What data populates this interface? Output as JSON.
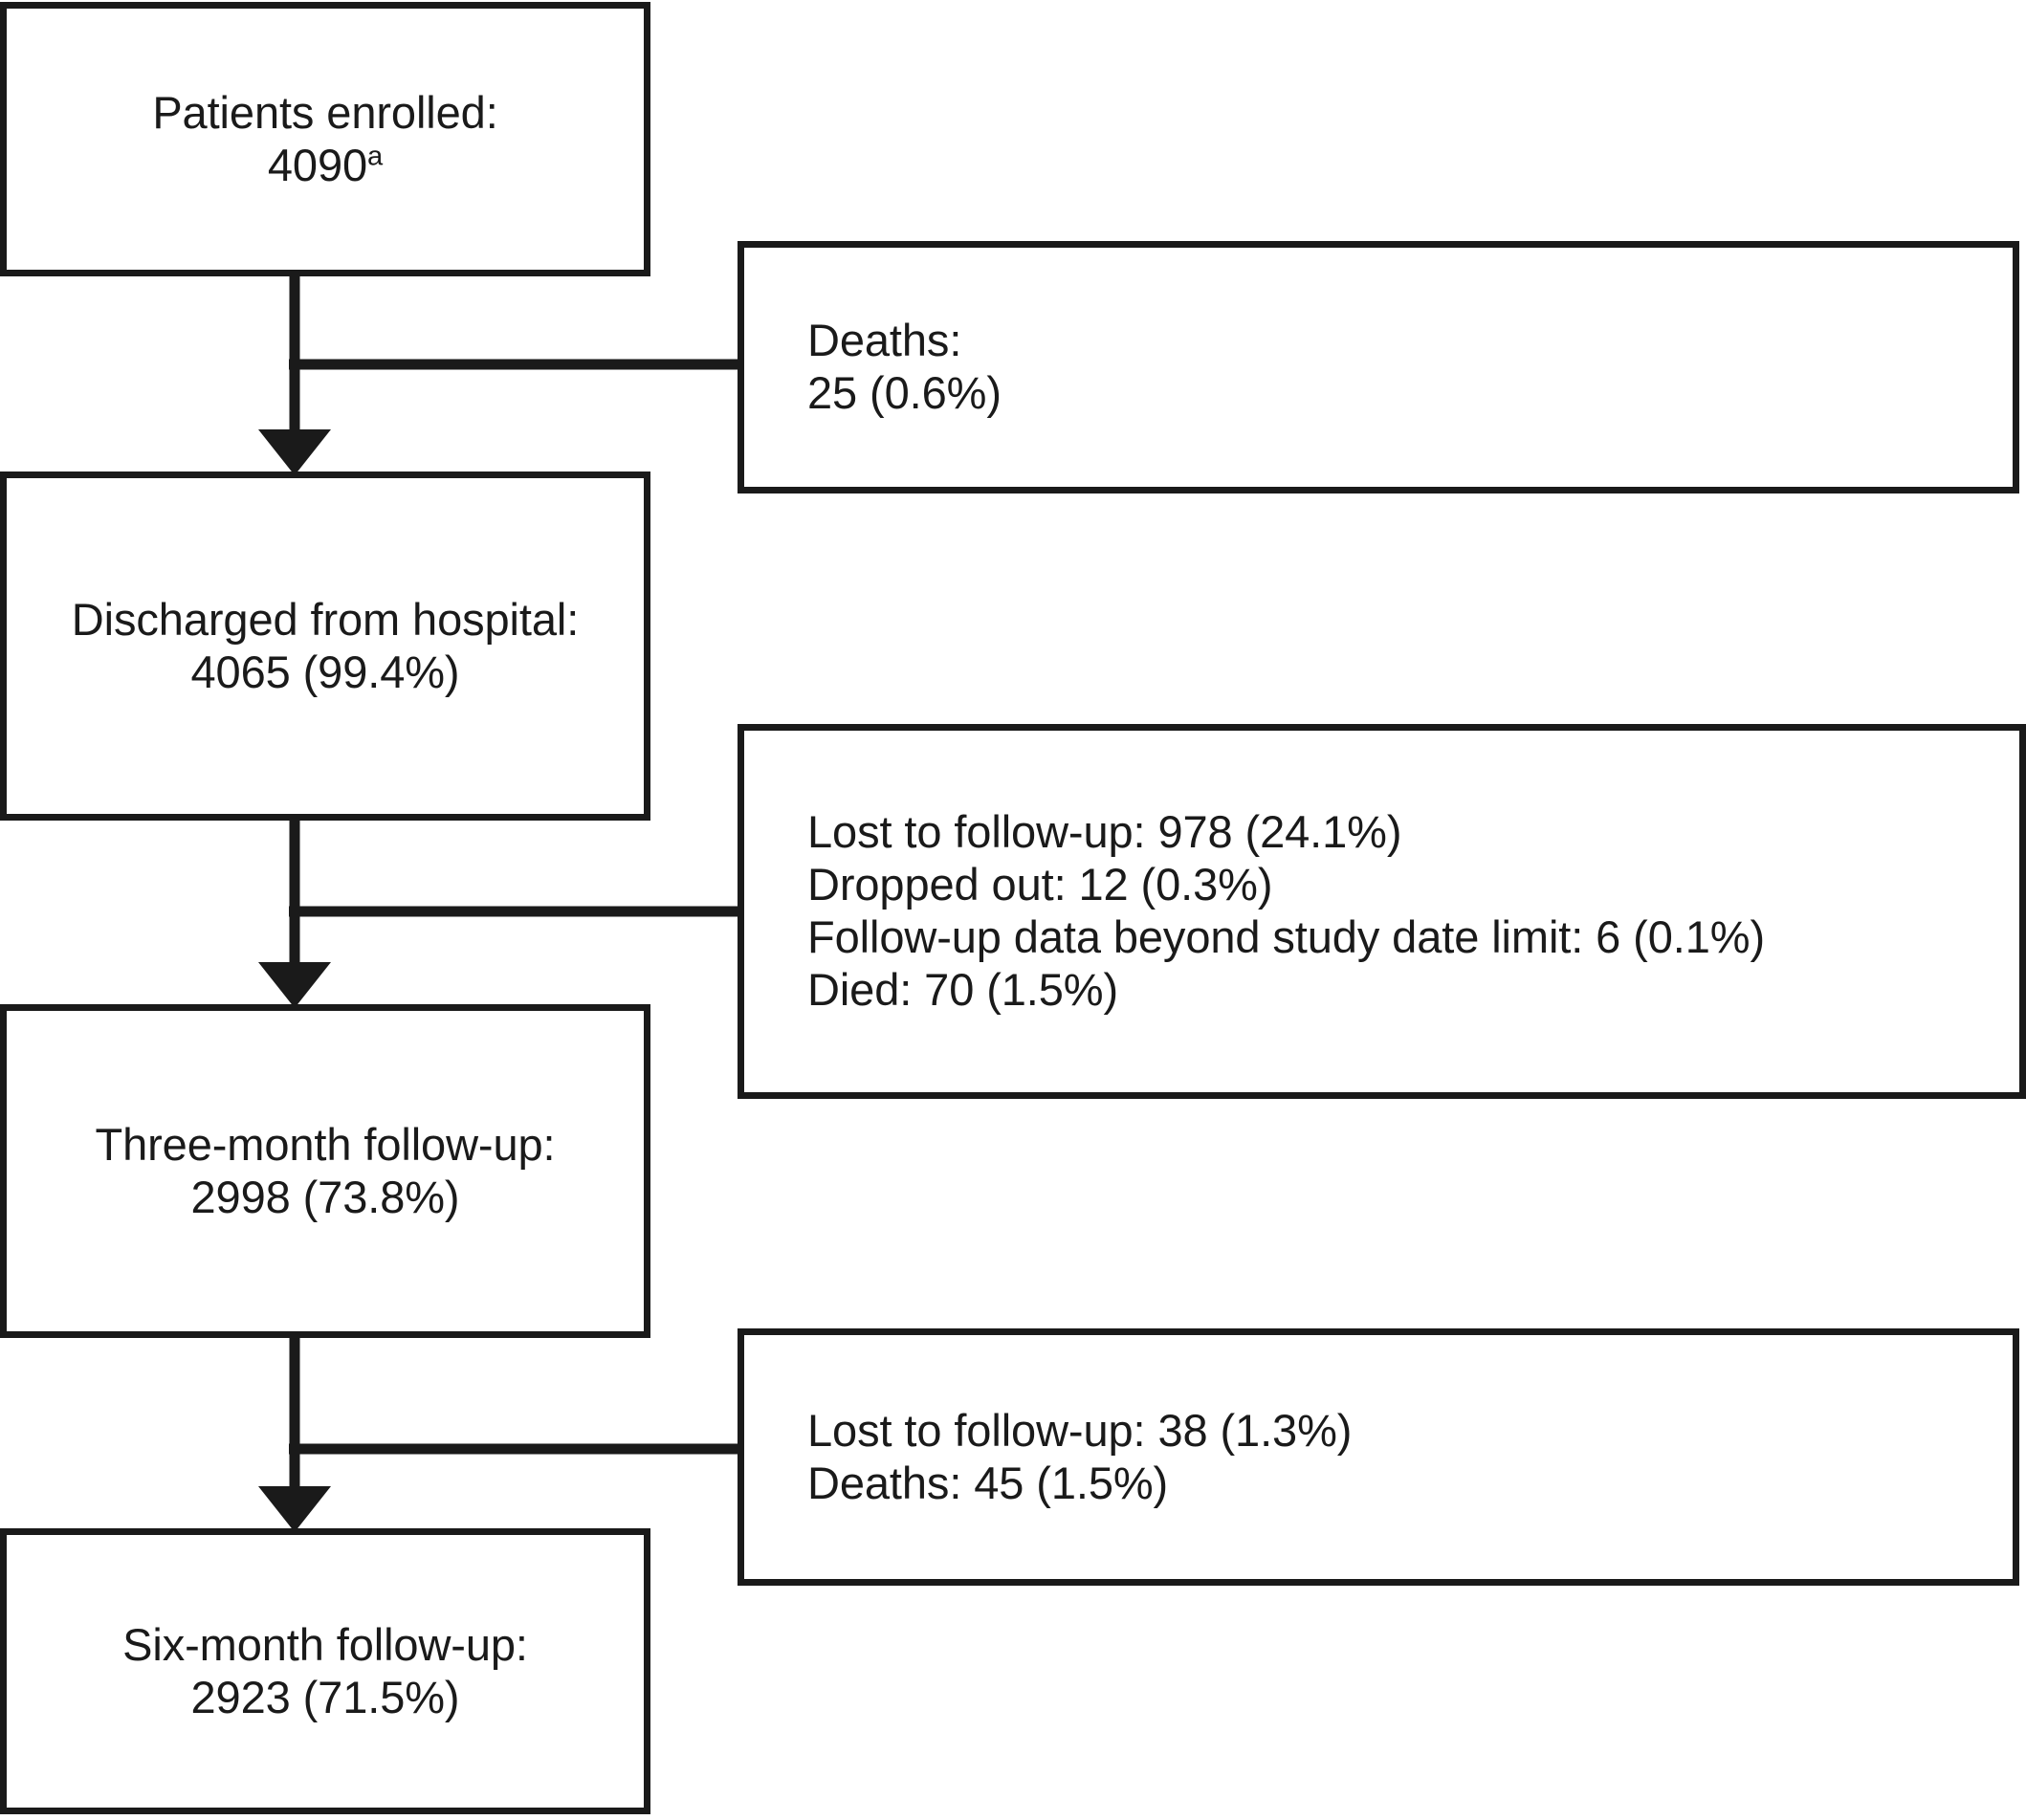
{
  "figure": {
    "kind": "patient-flow-diagram",
    "stroke_color": "#1a1a1a",
    "background_color": "#ffffff"
  },
  "nodes": {
    "enrolled": {
      "label": "Patients enrolled:",
      "value": "4090",
      "footnote_marker": "a"
    },
    "deaths_early": {
      "label": "Deaths:",
      "value": "25 (0.6%)"
    },
    "discharged": {
      "label": "Discharged from hospital:",
      "value": "4065 (99.4%)"
    },
    "attrition_three_month": {
      "lines": [
        "Lost to follow-up: 978 (24.1%)",
        "Dropped out: 12 (0.3%)",
        "Follow-up data beyond study date limit: 6 (0.1%)",
        "Died: 70 (1.5%)"
      ]
    },
    "three_month": {
      "label": "Three-month follow-up:",
      "value": "2998 (73.8%)"
    },
    "attrition_six_month": {
      "lines": [
        "Lost to follow-up: 38 (1.3%)",
        "Deaths: 45 (1.5%)"
      ]
    },
    "six_month": {
      "label": "Six-month follow-up:",
      "value": "2923 (71.5%)"
    }
  },
  "chart_data": {
    "type": "flowchart",
    "title": "",
    "stages": [
      {
        "name": "Patients enrolled",
        "n": 4090,
        "percent": null,
        "footnote": "a"
      },
      {
        "name": "Discharged from hospital",
        "n": 4065,
        "percent": 99.4
      },
      {
        "name": "Three-month follow-up",
        "n": 2998,
        "percent": 73.8
      },
      {
        "name": "Six-month follow-up",
        "n": 2923,
        "percent": 71.5
      }
    ],
    "exclusions": [
      {
        "after_stage": "Patients enrolled",
        "items": [
          {
            "reason": "Deaths",
            "n": 25,
            "percent": 0.6
          }
        ]
      },
      {
        "after_stage": "Discharged from hospital",
        "items": [
          {
            "reason": "Lost to follow-up",
            "n": 978,
            "percent": 24.1
          },
          {
            "reason": "Dropped out",
            "n": 12,
            "percent": 0.3
          },
          {
            "reason": "Follow-up data beyond study date limit",
            "n": 6,
            "percent": 0.1
          },
          {
            "reason": "Died",
            "n": 70,
            "percent": 1.5
          }
        ]
      },
      {
        "after_stage": "Three-month follow-up",
        "items": [
          {
            "reason": "Lost to follow-up",
            "n": 38,
            "percent": 1.3
          },
          {
            "reason": "Deaths",
            "n": 45,
            "percent": 1.5
          }
        ]
      }
    ]
  }
}
